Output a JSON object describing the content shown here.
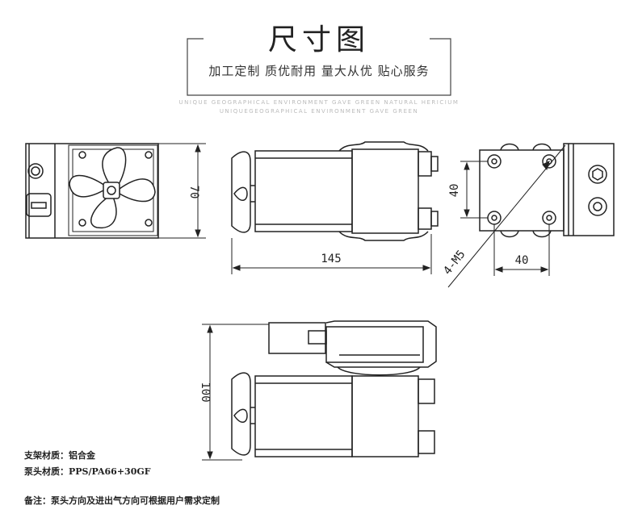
{
  "header": {
    "title": "尺寸图",
    "subtitle": "加工定制 质优耐用 量大从优 贴心服务",
    "tagline_1": "UNIQUE GEOGRAPHICAL ENVIRONMENT GAVE GREEN NATURAL HERICIUM",
    "tagline_2": "UNIQUEGEOGRAPHICAL ENVIRONMENT GAVE GREEN"
  },
  "dimensions": {
    "height_end_view": "70",
    "body_length": "145",
    "hole_spacing_vertical": "40",
    "hole_spacing_horizontal": "40",
    "thread_spec": "4-M5",
    "total_height_top_view": "100"
  },
  "notes": {
    "bracket_material": "支架材质：铝合金",
    "pump_head_material": "泵头材质：PPS/PA66+30GF",
    "remark": "备注：泵头方向及进出气方向可根据用户需求定制"
  }
}
